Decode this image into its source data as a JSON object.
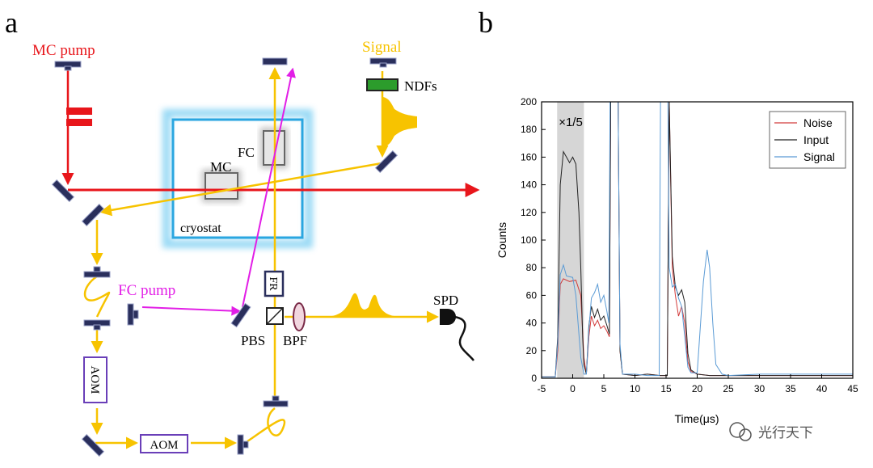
{
  "panel_a": {
    "label": "a",
    "mc_pump": "MC pump",
    "signal": "Signal",
    "ndfs": "NDFs",
    "fc": "FC",
    "mc": "MC",
    "cryostat": "cryostat",
    "fc_pump": "FC pump",
    "fr": "FR",
    "pbs": "PBS",
    "bpf": "BPF",
    "spd": "SPD",
    "aom_1": "AOM",
    "aom_2": "AOM",
    "colors": {
      "red": "#e8161b",
      "yellow": "#f7c300",
      "magenta": "#e21ee6",
      "cryostat": "#2aa6e0",
      "optic": "#2a2f5c"
    }
  },
  "panel_b": {
    "label": "b",
    "scale_note": "×1/5",
    "watermark": "光行天下"
  },
  "chart_data": {
    "type": "line",
    "xlabel": "Time(μs)",
    "ylabel": "Counts",
    "xlim": [
      -5,
      45
    ],
    "ylim": [
      0,
      200
    ],
    "x_ticks": [
      "-5",
      "0",
      "5",
      "10",
      "15",
      "20",
      "25",
      "30",
      "35",
      "40",
      "45"
    ],
    "y_ticks": [
      "0",
      "20",
      "40",
      "60",
      "80",
      "100",
      "120",
      "140",
      "160",
      "180",
      "200"
    ],
    "grid": false,
    "legend_position": "top-right",
    "shaded_region": {
      "x": [
        -2.5,
        1.8
      ],
      "color": "#d6d6d6"
    },
    "series": [
      {
        "name": "Noise",
        "color": "#d23a3a",
        "x": [
          -5,
          -2.8,
          -2.4,
          -2,
          -1.5,
          -0.5,
          0.5,
          1.3,
          1.8,
          2.2,
          2.6,
          3,
          3.5,
          4,
          4.5,
          5,
          5.5,
          5.9,
          6.1,
          6.6,
          7,
          7.3,
          7.6,
          8,
          10,
          12,
          14,
          15.2,
          15.5,
          16,
          16.5,
          17,
          17.5,
          18,
          18.5,
          19,
          20,
          22,
          25,
          30,
          35,
          40,
          45
        ],
        "y": [
          1,
          1,
          20,
          68,
          72,
          70,
          71,
          60,
          15,
          3,
          30,
          45,
          38,
          42,
          36,
          38,
          34,
          30,
          200,
          200,
          200,
          200,
          20,
          3,
          2,
          3,
          2,
          2,
          200,
          80,
          60,
          45,
          52,
          40,
          12,
          5,
          3,
          2,
          2,
          2,
          2,
          2,
          2
        ]
      },
      {
        "name": "Input",
        "color": "#222222",
        "x": [
          -5,
          -2.8,
          -2.4,
          -2,
          -1.5,
          -1,
          -0.5,
          0,
          0.5,
          1,
          1.3,
          1.6,
          1.8,
          2.2,
          2.6,
          3,
          3.5,
          4,
          4.5,
          5,
          5.5,
          5.9,
          6.1,
          6.6,
          7,
          7.3,
          7.6,
          8,
          10,
          12,
          14,
          15.2,
          15.5,
          16,
          16.5,
          17,
          17.5,
          18,
          18.5,
          19,
          20,
          22,
          25,
          30,
          35,
          40,
          45
        ],
        "y": [
          1,
          1,
          30,
          140,
          164,
          160,
          156,
          160,
          155,
          120,
          80,
          30,
          10,
          3,
          38,
          52,
          44,
          50,
          42,
          45,
          38,
          32,
          200,
          200,
          200,
          200,
          20,
          3,
          2,
          3,
          2,
          2,
          200,
          88,
          66,
          60,
          64,
          55,
          18,
          6,
          3,
          2,
          2,
          2,
          2,
          2,
          2
        ]
      },
      {
        "name": "Signal",
        "color": "#5b9bd5",
        "x": [
          -5,
          -2.8,
          -2.4,
          -2,
          -1.5,
          -1,
          0,
          0.5,
          1.3,
          1.8,
          2.2,
          2.6,
          3,
          3.5,
          4,
          4.5,
          5,
          5.5,
          5.8,
          6,
          6.6,
          7,
          7.3,
          7.6,
          8,
          10,
          12,
          13.9,
          14.1,
          15.3,
          15.5,
          16,
          16.5,
          17,
          17.5,
          18,
          18.5,
          19,
          20,
          21,
          21.6,
          22,
          22.5,
          23,
          24,
          25,
          30,
          35,
          40,
          45
        ],
        "y": [
          1,
          1,
          25,
          75,
          82,
          74,
          73,
          60,
          15,
          3,
          3,
          35,
          58,
          62,
          68,
          55,
          60,
          48,
          40,
          200,
          200,
          200,
          200,
          25,
          3,
          3,
          2,
          2,
          200,
          200,
          80,
          66,
          68,
          58,
          52,
          30,
          8,
          4,
          4,
          70,
          93,
          80,
          40,
          10,
          3,
          2,
          3,
          3,
          3,
          3
        ]
      }
    ]
  }
}
